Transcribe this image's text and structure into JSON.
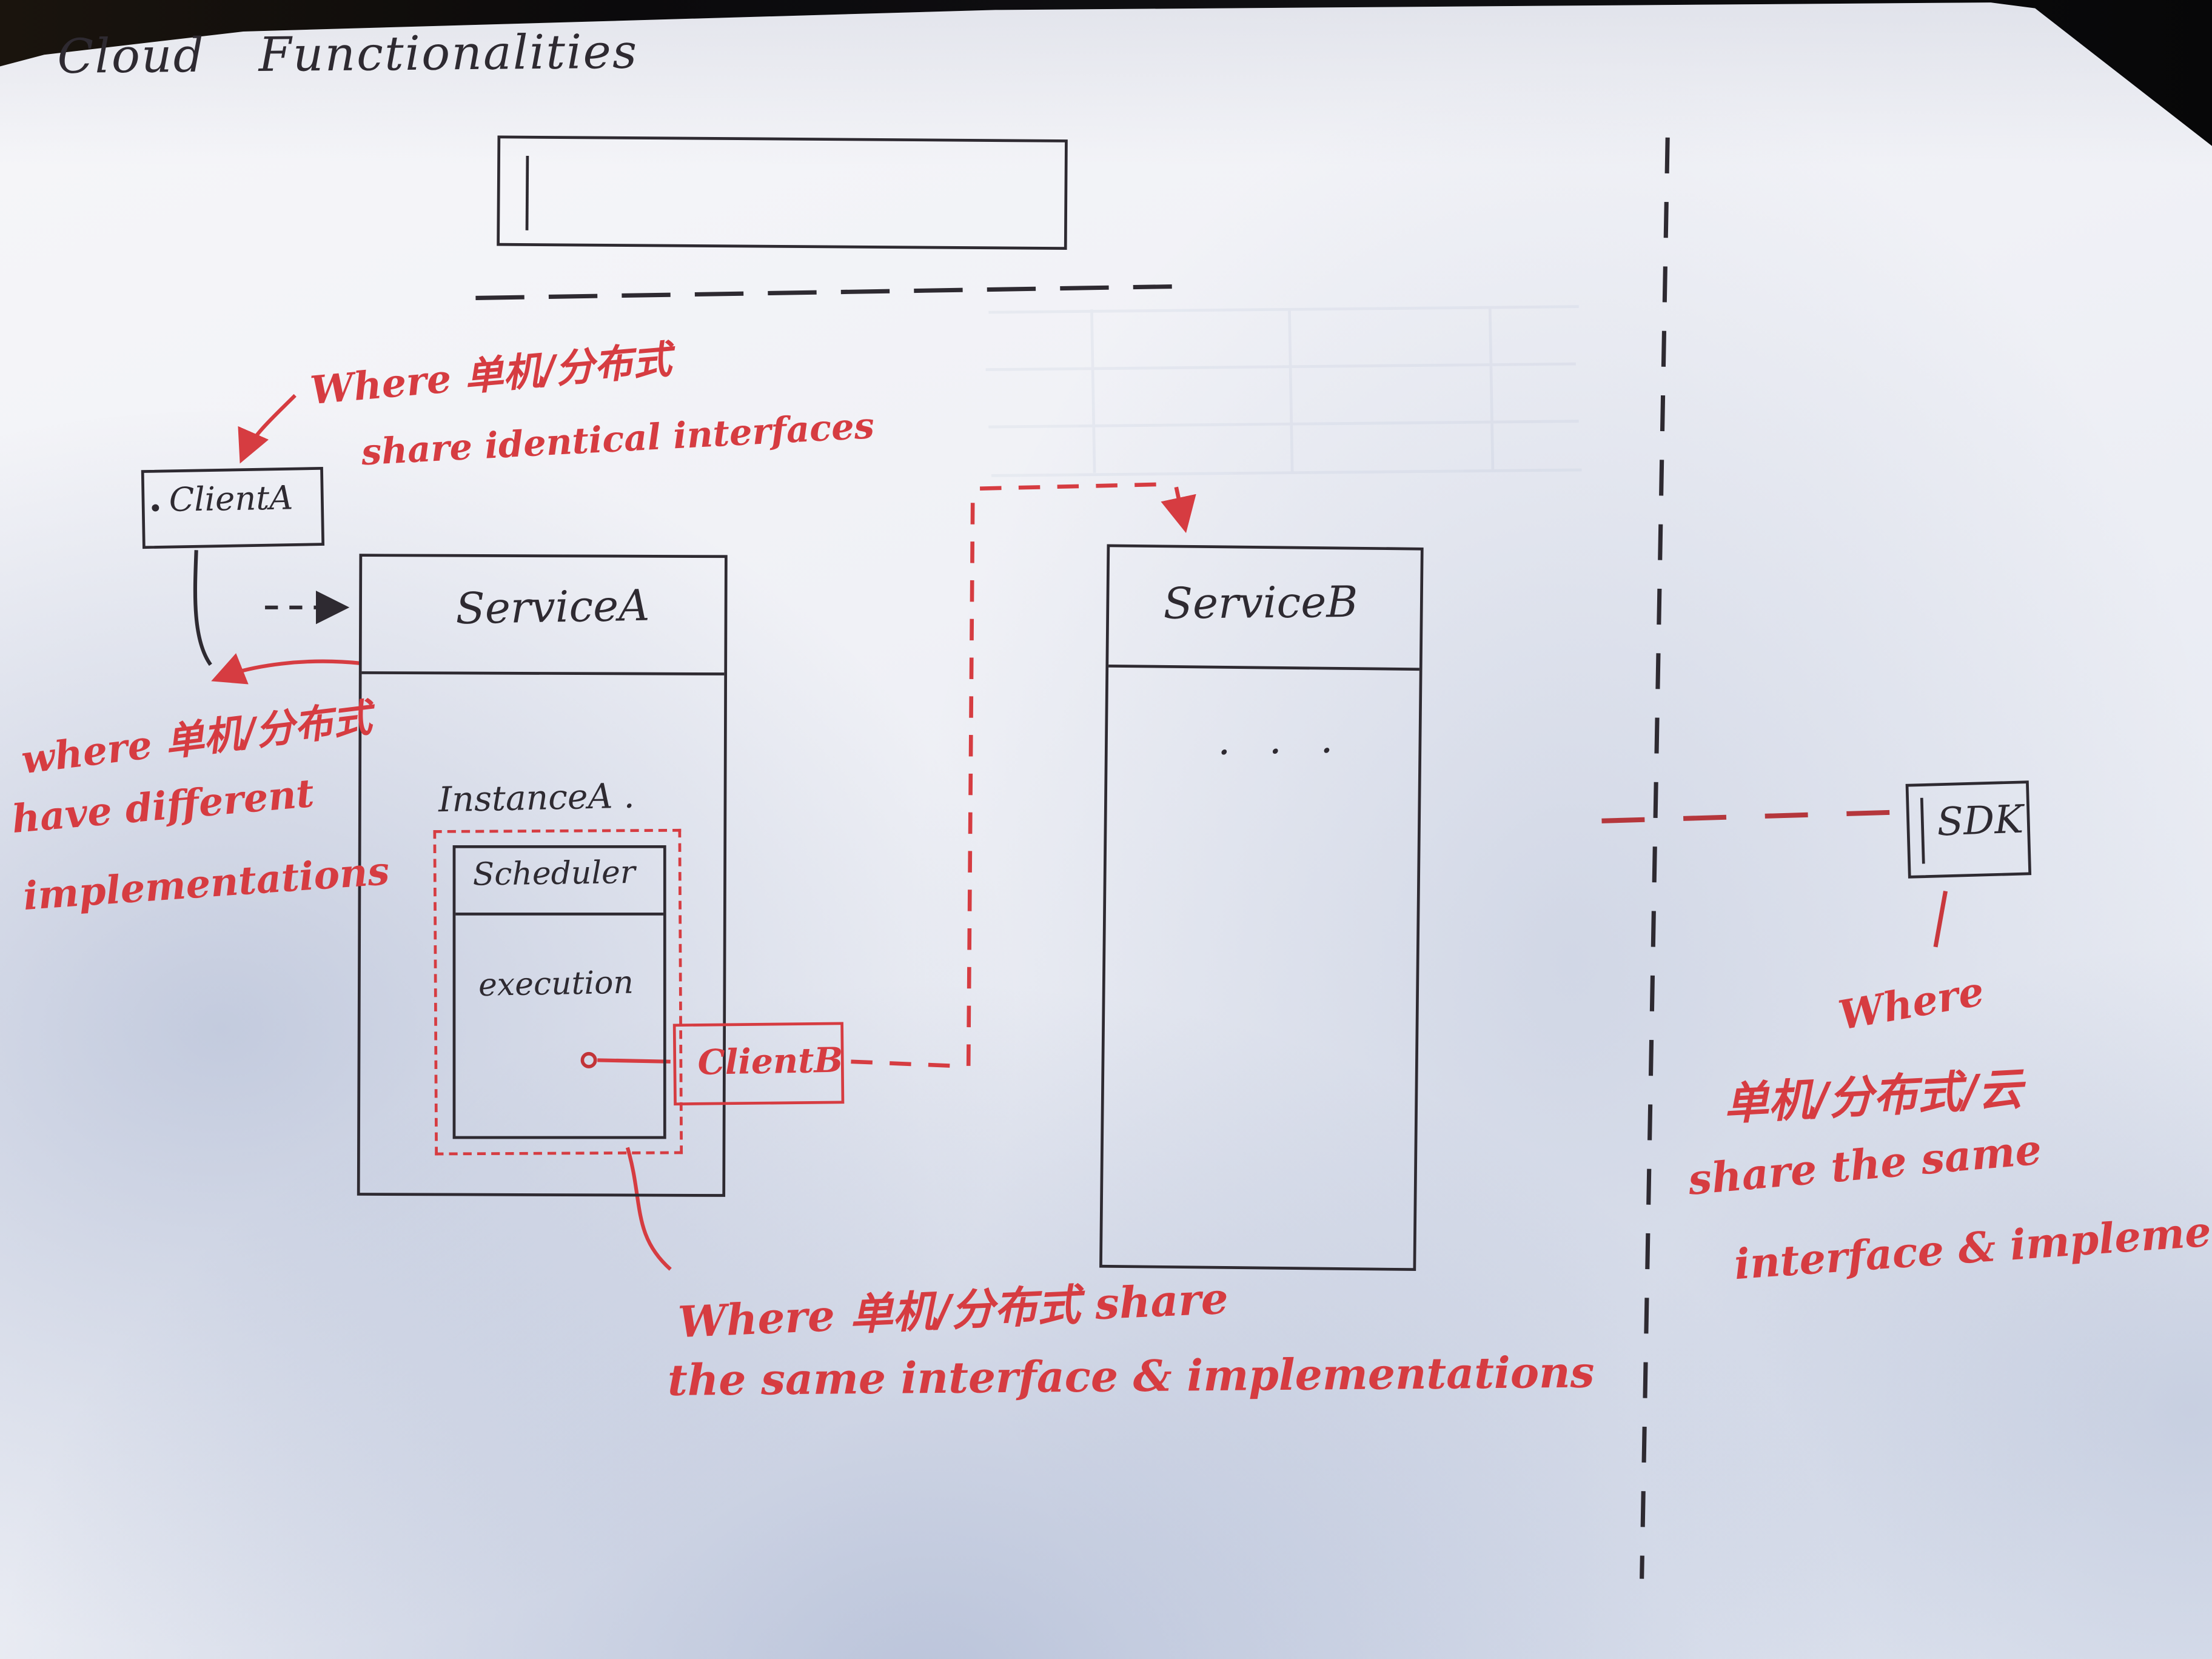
{
  "title": {
    "label": "Cloud Functionalities"
  },
  "boxes": {
    "client_a": "ClientA",
    "service_a": "ServiceA",
    "instance_a": "InstanceA .",
    "scheduler": "Scheduler",
    "execution": "execution",
    "client_b": "ClientB",
    "service_b": "ServiceB",
    "service_b_body": "· · ·",
    "sdk": "SDK"
  },
  "annotations": {
    "identical_interfaces": {
      "line1": "Where 单机/分布式",
      "line2": "share identical interfaces"
    },
    "different_implementations": {
      "line1": "where 单机/分布式",
      "line2": "have different",
      "line3": "implementations"
    },
    "same_implementations": {
      "line1": "Where 单机/分布式 share",
      "line2": "the same interface & implementations"
    },
    "sdk_note": {
      "line1": "Where",
      "line2": "单机/分布式/云",
      "line3": "share the same",
      "line4": "interface & implementation"
    }
  },
  "colors": {
    "black_ink": "#2e2a31",
    "red_ink": "#d63c41"
  }
}
